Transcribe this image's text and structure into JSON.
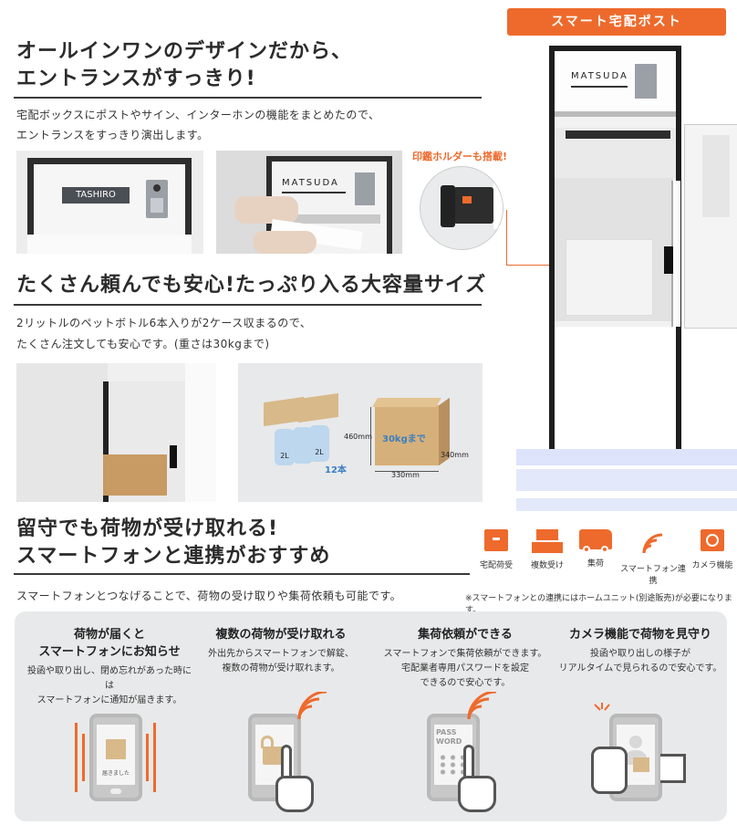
{
  "tag": "スマート宅配ポスト",
  "section1": {
    "headline_line1": "オールインワンのデザインだから、",
    "headline_line2": "エントランスがすっきり!",
    "body_line1": "宅配ボックスにポストやサイン、インターホンの機能をまとめたので、",
    "body_line2": "エントランスをすっきり演出します。",
    "nameplate1": "TASHIRO",
    "nameplate2": "MATSUDA",
    "callout": "印鑑ホルダーも搭載!"
  },
  "product": {
    "nameplate": "MATSUDA"
  },
  "section2": {
    "headline": "たくさん頼んでも安心!たっぷり入る大容量サイズ",
    "body_line1": "2リットルのペットボトル6本入りが2ケース収まるので、",
    "body_line2": "たくさん注文しても安心です。(重さは30kgまで)",
    "diagram": {
      "count": "12本",
      "weight": "30kgまで",
      "height": "460mm",
      "depth": "340mm",
      "width": "330mm",
      "bottle_label": "2L"
    }
  },
  "section3": {
    "headline_line1": "留守でも荷物が受け取れる!",
    "headline_line2": "スマートフォンと連携がおすすめ",
    "features": [
      {
        "icon": "box-icon",
        "label": "宅配荷受"
      },
      {
        "icon": "boxes-icon",
        "label": "複数受け"
      },
      {
        "icon": "truck-icon",
        "label": "集荷"
      },
      {
        "icon": "wifi-icon",
        "label": "スマートフォン連携"
      },
      {
        "icon": "camera-icon",
        "label": "カメラ機能"
      }
    ],
    "body": "スマートフォンとつなげることで、荷物の受け取りや集荷依頼も可能です。",
    "note": "※スマートフォンとの連携にはホームユニット(別途販売)が必要になります。"
  },
  "columns": [
    {
      "title_line1": "荷物が届くと",
      "title_line2": "スマートフォンにお知らせ",
      "text_line1": "投函や取り出し、閉め忘れがあった時には",
      "text_line2": "スマートフォンに通知が届きます。",
      "text_line3": "",
      "screen_text": "届きました"
    },
    {
      "title_line1": "複数の荷物が受け取れる",
      "title_line2": "",
      "text_line1": "外出先からスマートフォンで解錠、",
      "text_line2": "複数の荷物が受け取れます。",
      "text_line3": "",
      "screen_text": ""
    },
    {
      "title_line1": "集荷依頼ができる",
      "title_line2": "",
      "text_line1": "スマートフォンで集荷依頼ができます。",
      "text_line2": "宅配業者専用パスワードを設定",
      "text_line3": "できるので安心です。",
      "screen_text": "PASS WORD"
    },
    {
      "title_line1": "カメラ機能で荷物を見守り",
      "title_line2": "",
      "text_line1": "投函や取り出しの様子が",
      "text_line2": "リアルタイムで見られるので安心です。",
      "text_line3": "",
      "screen_text": ""
    }
  ],
  "colors": {
    "accent": "#ee6a2c",
    "text": "#2b2b2b",
    "panel": "#e8e9ea"
  }
}
